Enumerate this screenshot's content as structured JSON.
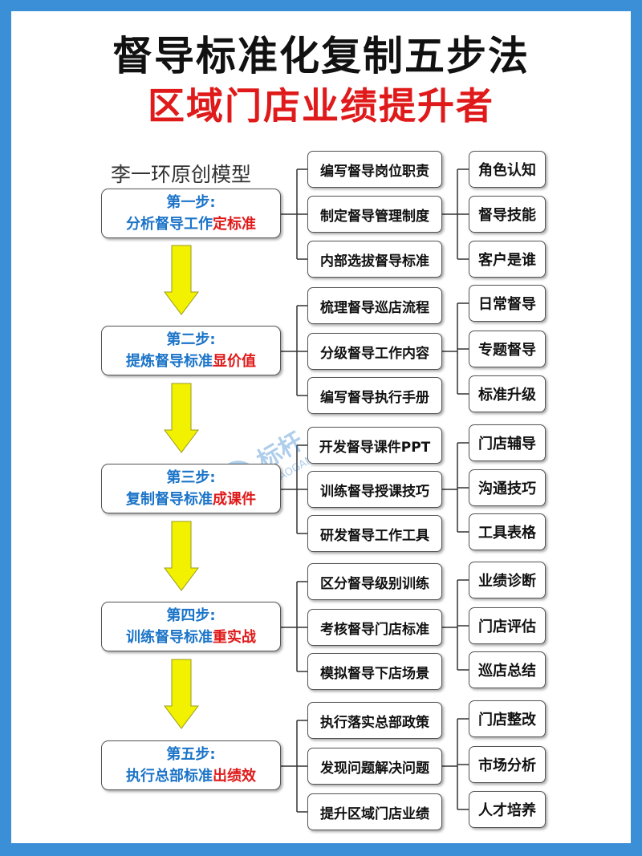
{
  "title": "督导标准化复制五步法",
  "subtitle": "区域门店业绩提升者",
  "author": "李一环原创模型",
  "watermark": {
    "brand": "标杆",
    "latin": "BIAOGAN M"
  },
  "colors": {
    "background": "#3a8fd6",
    "step_blue": "#1b74c8",
    "highlight_red": "#e01a1a",
    "arrow_yellow": "#f2f200"
  },
  "steps": [
    {
      "label": "第一步:",
      "text": "分析督导工作",
      "highlight": "定标准",
      "tasks": [
        "编写督导岗位职责",
        "制定督导管理制度",
        "内部选拔督导标准"
      ],
      "results": [
        "角色认知",
        "督导技能",
        "客户是谁"
      ]
    },
    {
      "label": "第二步:",
      "text": "提炼督导标准",
      "highlight": "显价值",
      "tasks": [
        "梳理督导巡店流程",
        "分级督导工作内容",
        "编写督导执行手册"
      ],
      "results": [
        "日常督导",
        "专题督导",
        "标准升级"
      ]
    },
    {
      "label": "第三步:",
      "text": "复制督导标准",
      "highlight": "成课件",
      "tasks": [
        "开发督导课件PPT",
        "训练督导授课技巧",
        "研发督导工作工具"
      ],
      "results": [
        "门店辅导",
        "沟通技巧",
        "工具表格"
      ]
    },
    {
      "label": "第四步:",
      "text": "训练督导标准",
      "highlight": "重实战",
      "tasks": [
        "区分督导级别训练",
        "考核督导门店标准",
        "模拟督导下店场景"
      ],
      "results": [
        "业绩诊断",
        "门店评估",
        "巡店总结"
      ]
    },
    {
      "label": "第五步:",
      "text": "执行总部标准",
      "highlight": "出绩效",
      "tasks": [
        "执行落实总部政策",
        "发现问题解决问题",
        "提升区域门店业绩"
      ],
      "results": [
        "门店整改",
        "市场分析",
        "人才培养"
      ]
    }
  ]
}
